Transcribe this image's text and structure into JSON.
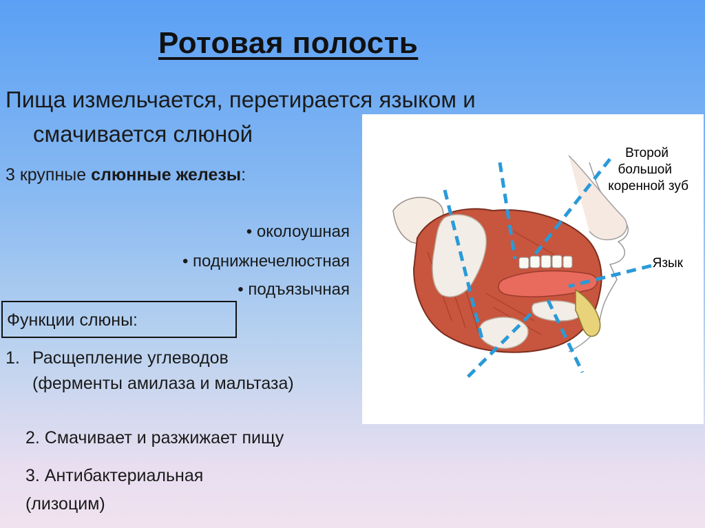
{
  "slide": {
    "title": "Ротовая  полость",
    "lead_line1": "Пища измельчается, перетирается языком и",
    "lead_line2": "смачивается слюной",
    "glands_prefix": "3 крупные ",
    "glands_bold": "слюнные железы",
    "glands_suffix": ":",
    "glands": [
      "• околоушная",
      "• поднижнечелюстная",
      "• подъязычная"
    ],
    "functions_heading": "Функции слюны:",
    "functions": {
      "f1_number": "1.",
      "f1_line1": "Расщепление  углеводов",
      "f1_line2": "(ферменты амилаза и  мальтаза)",
      "f2": "2. Смачивает и  разжижает пищу",
      "f3_line1": "3. Антибактериальная",
      "f3_line2": "(лизоцим)"
    }
  },
  "illustration": {
    "label_molar_1": "Второй",
    "label_molar_2": "большой",
    "label_molar_3": "коренной зуб",
    "label_tongue": "Язык",
    "guide_color": "#2a9ad8",
    "muscle_color": "#c8553d",
    "gland_color": "#f2ede6"
  }
}
